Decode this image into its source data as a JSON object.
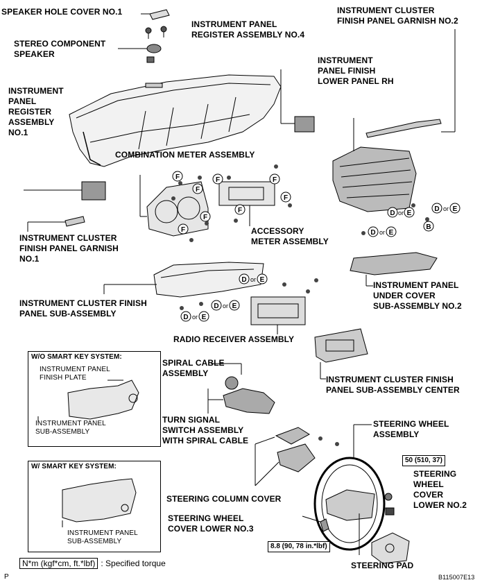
{
  "labels": {
    "speaker_hole_cover": [
      "SPEAKER HOLE COVER NO.1"
    ],
    "stereo_speaker": [
      "STEREO COMPONENT",
      "SPEAKER"
    ],
    "register_no4": [
      "INSTRUMENT PANEL",
      "REGISTER ASSEMBLY NO.4"
    ],
    "cluster_garnish_no2": [
      "INSTRUMENT CLUSTER",
      "FINISH PANEL GARNISH NO.2"
    ],
    "finish_lower_rh": [
      "INSTRUMENT",
      "PANEL FINISH",
      "LOWER PANEL RH"
    ],
    "register_no1": [
      "INSTRUMENT",
      "PANEL",
      "REGISTER",
      "ASSEMBLY",
      "NO.1"
    ],
    "combination_meter": [
      "COMBINATION METER ASSEMBLY"
    ],
    "cluster_garnish_no1": [
      "INSTRUMENT CLUSTER",
      "FINISH PANEL GARNISH",
      "NO.1"
    ],
    "accessory_meter": [
      "ACCESSORY",
      "METER ASSEMBLY"
    ],
    "cluster_finish_sub": [
      "INSTRUMENT CLUSTER FINISH",
      "PANEL SUB-ASSEMBLY"
    ],
    "under_cover_no2": [
      "INSTRUMENT PANEL",
      "UNDER COVER",
      "SUB-ASSEMBLY NO.2"
    ],
    "radio_receiver": [
      "RADIO RECEIVER ASSEMBLY"
    ],
    "cluster_finish_center": [
      "INSTRUMENT CLUSTER FINISH",
      "PANEL SUB-ASSEMBLY CENTER"
    ],
    "spiral_cable": [
      "SPIRAL CABLE",
      "ASSEMBLY"
    ],
    "turn_signal": [
      "TURN SIGNAL",
      "SWITCH ASSEMBLY",
      "WITH SPIRAL CABLE"
    ],
    "steering_wheel_assy": [
      "STEERING WHEEL",
      "ASSEMBLY"
    ],
    "steering_wheel_cover_lower_no2": [
      "STEERING",
      "WHEEL",
      "COVER",
      "LOWER NO.2"
    ],
    "steering_column_cover": [
      "STEERING COLUMN COVER"
    ],
    "steering_wheel_cover_lower_no3": [
      "STEERING WHEEL",
      "COVER LOWER NO.3"
    ],
    "steering_pad": [
      "STEERING PAD"
    ]
  },
  "wo_smart_key": {
    "title": "W/O SMART KEY SYSTEM:",
    "finish_plate": [
      "INSTRUMENT PANEL",
      "FINISH PLATE"
    ],
    "sub_assembly": [
      "INSTRUMENT PANEL",
      "SUB-ASSEMBLY"
    ]
  },
  "w_smart_key": {
    "title": "W/ SMART KEY SYSTEM:",
    "sub_assembly": [
      "INSTRUMENT PANEL",
      "SUB-ASSEMBLY"
    ]
  },
  "torques": {
    "t50": "50 (510, 37)",
    "t88": "8.8 (90, 78 in.*lbf)"
  },
  "legend": {
    "unit": "N*m (kgf*cm, ft.*lbf)",
    "text": ": Specified torque"
  },
  "footer": {
    "left": "P",
    "right": "B115007E13"
  },
  "markers": {
    "f": "F",
    "b": "B",
    "d": "D",
    "e": "E",
    "or": "or"
  }
}
